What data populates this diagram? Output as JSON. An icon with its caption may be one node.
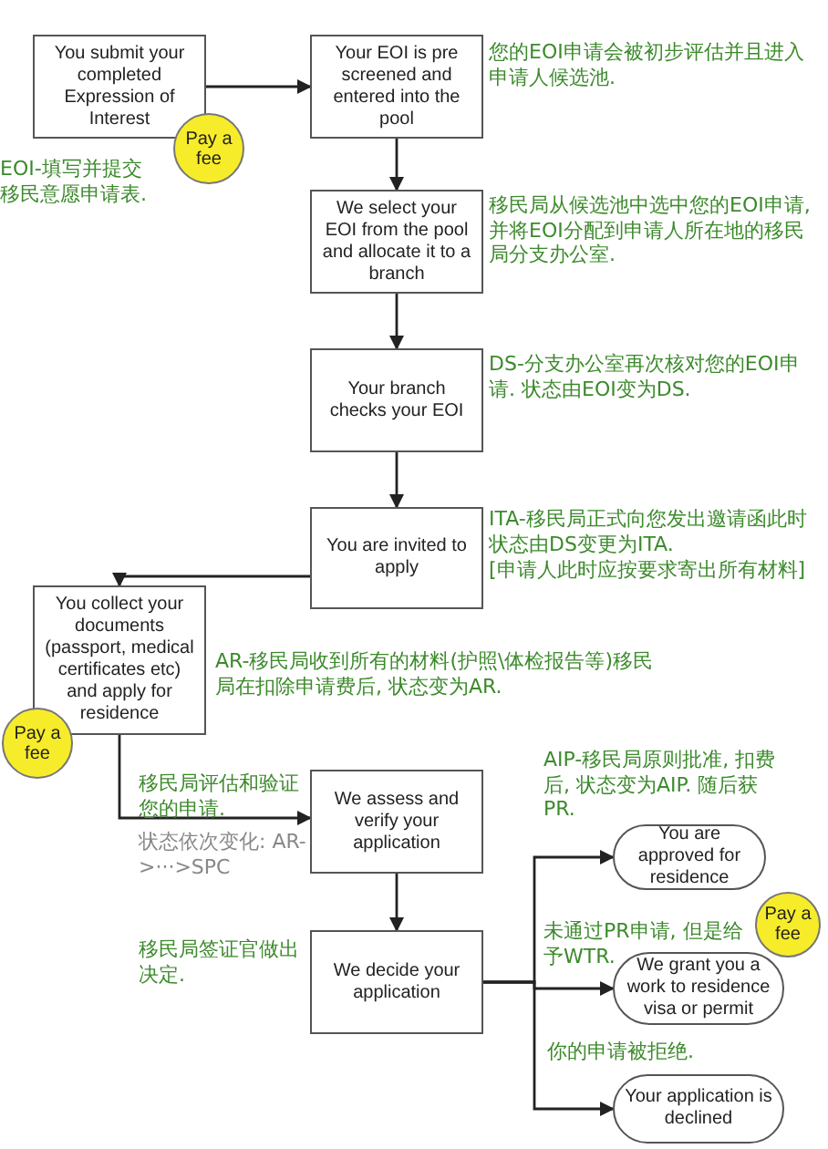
{
  "diagram": {
    "nodes": [
      {
        "text": [
          "You submit your completed Expression of Interest"
        ],
        "beside": [
          "EOI-填写并提交移民意愿申请表."
        ]
      },
      {
        "text": [
          "Pay a fee"
        ]
      },
      {
        "text": [
          "Your EOI is pre screened and entered into the pool"
        ],
        "beside": [
          "您的EOI申请会被初步评估并且进入申请人候选池."
        ]
      },
      {
        "text": [
          "We select your EOI from the pool and allocate it to a branch"
        ],
        "beside": [
          "移民局从候选池中选中您的EOI申请, 并将EOI分配到申请人所在地的移民局分支办公室."
        ]
      },
      {
        "text": [
          "Your branch checks your EOI"
        ],
        "beside": [
          "DS-分支办公室再次核对您的EOI申请. 状态由EOI变为DS."
        ]
      },
      {
        "text": [
          "You are invited to apply"
        ],
        "beside": [
          "ITA-移民局正式向您发出邀请函此时状态由DS变更为ITA.",
          "[申请人此时应按要求寄出所有材料]"
        ]
      },
      {
        "text": [
          "You collect your documents (passport, medical certificates etc) and apply for residence"
        ],
        "beside": [
          "AR-移民局收到所有的材料(护照\\体检报告等)移民局在扣除申请费后, 状态变为AR."
        ]
      },
      {
        "text": [
          "Pay a fee"
        ]
      },
      {
        "text": [
          "We assess and verify your application"
        ],
        "beside": [
          "移民局评估和验证您的申请.",
          "状态依次变化: AR->···>SPC"
        ]
      },
      {
        "text": [
          "We decide your application"
        ],
        "beside": [
          "移民局签证官做出决定."
        ]
      },
      {
        "text": [
          "You are approved for residence"
        ],
        "beside": [
          "AIP-移民局原则批准, 扣费后, 状态变为AIP. 随后获PR."
        ]
      },
      {
        "text": [
          "Pay a fee"
        ]
      },
      {
        "text": [
          "We grant you a work to residence visa or permit"
        ],
        "beside": [
          "未通过PR申请, 但是给予WTR."
        ]
      },
      {
        "text": [
          "Your application is declined"
        ],
        "beside": [
          "你的申请被拒绝."
        ]
      }
    ],
    "edges": [
      {
        "from": 0,
        "to": 2,
        "arrow": "to"
      },
      {
        "from": 2,
        "to": 3,
        "arrow": "to"
      },
      {
        "from": 3,
        "to": 4,
        "arrow": "to"
      },
      {
        "from": 4,
        "to": 5,
        "arrow": "to"
      },
      {
        "from": 5,
        "to": 6,
        "arrow": "to"
      },
      {
        "from": 6,
        "to": 8,
        "arrow": "to"
      },
      {
        "from": 8,
        "to": 9,
        "arrow": "to"
      },
      {
        "from": 9,
        "to": 10,
        "arrow": "to"
      },
      {
        "from": 9,
        "to": 12,
        "arrow": "to"
      },
      {
        "from": 9,
        "to": 13,
        "arrow": "to"
      }
    ]
  }
}
